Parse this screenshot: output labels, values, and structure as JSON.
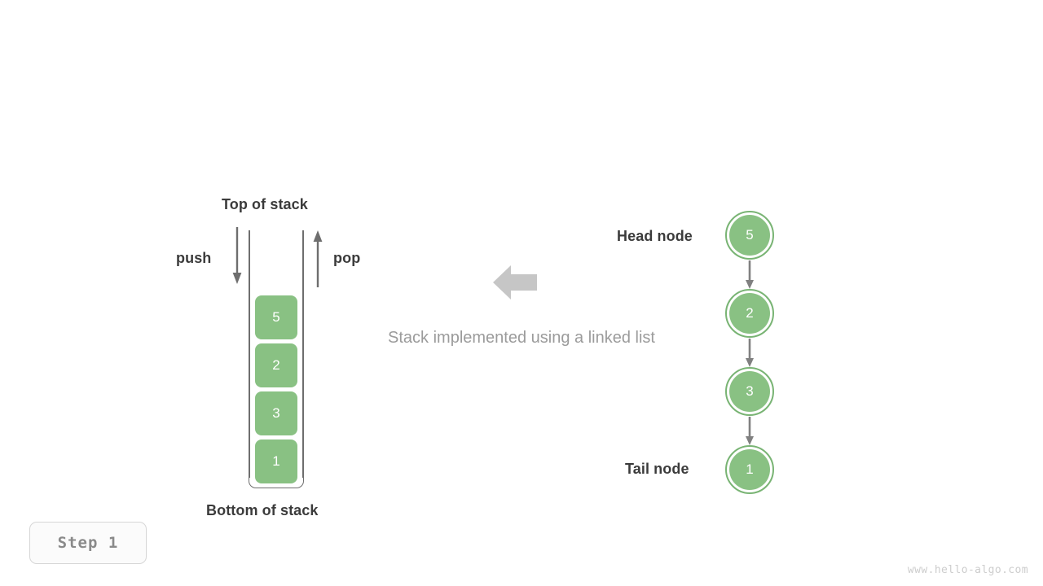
{
  "diagram": {
    "caption": "Stack implemented using a linked list",
    "stack": {
      "top_label": "Top of stack",
      "bottom_label": "Bottom of stack",
      "push_label": "push",
      "pop_label": "pop",
      "items": [
        {
          "value": "5"
        },
        {
          "value": "2"
        },
        {
          "value": "3"
        },
        {
          "value": "1"
        }
      ]
    },
    "linked_list": {
      "head_label": "Head node",
      "tail_label": "Tail node",
      "nodes": [
        {
          "value": "5"
        },
        {
          "value": "2"
        },
        {
          "value": "3"
        },
        {
          "value": "1"
        }
      ]
    },
    "transform_arrow": {
      "icon": "arrow-left-block-icon",
      "direction": "left"
    }
  },
  "footer": {
    "step_label": "Step  1",
    "watermark": "www.hello-algo.com"
  },
  "colors": {
    "node_fill": "#89c183",
    "node_ring": "#79b474",
    "arrow_gray": "#6e6e6e",
    "big_arrow_gray": "#c6c6c6",
    "caption_gray": "#9b9b9b",
    "label_dark": "#3b3b3b",
    "badge_text": "#8a8a8a",
    "watermark_gray": "#cdcdcd",
    "background": "#ffffff"
  }
}
